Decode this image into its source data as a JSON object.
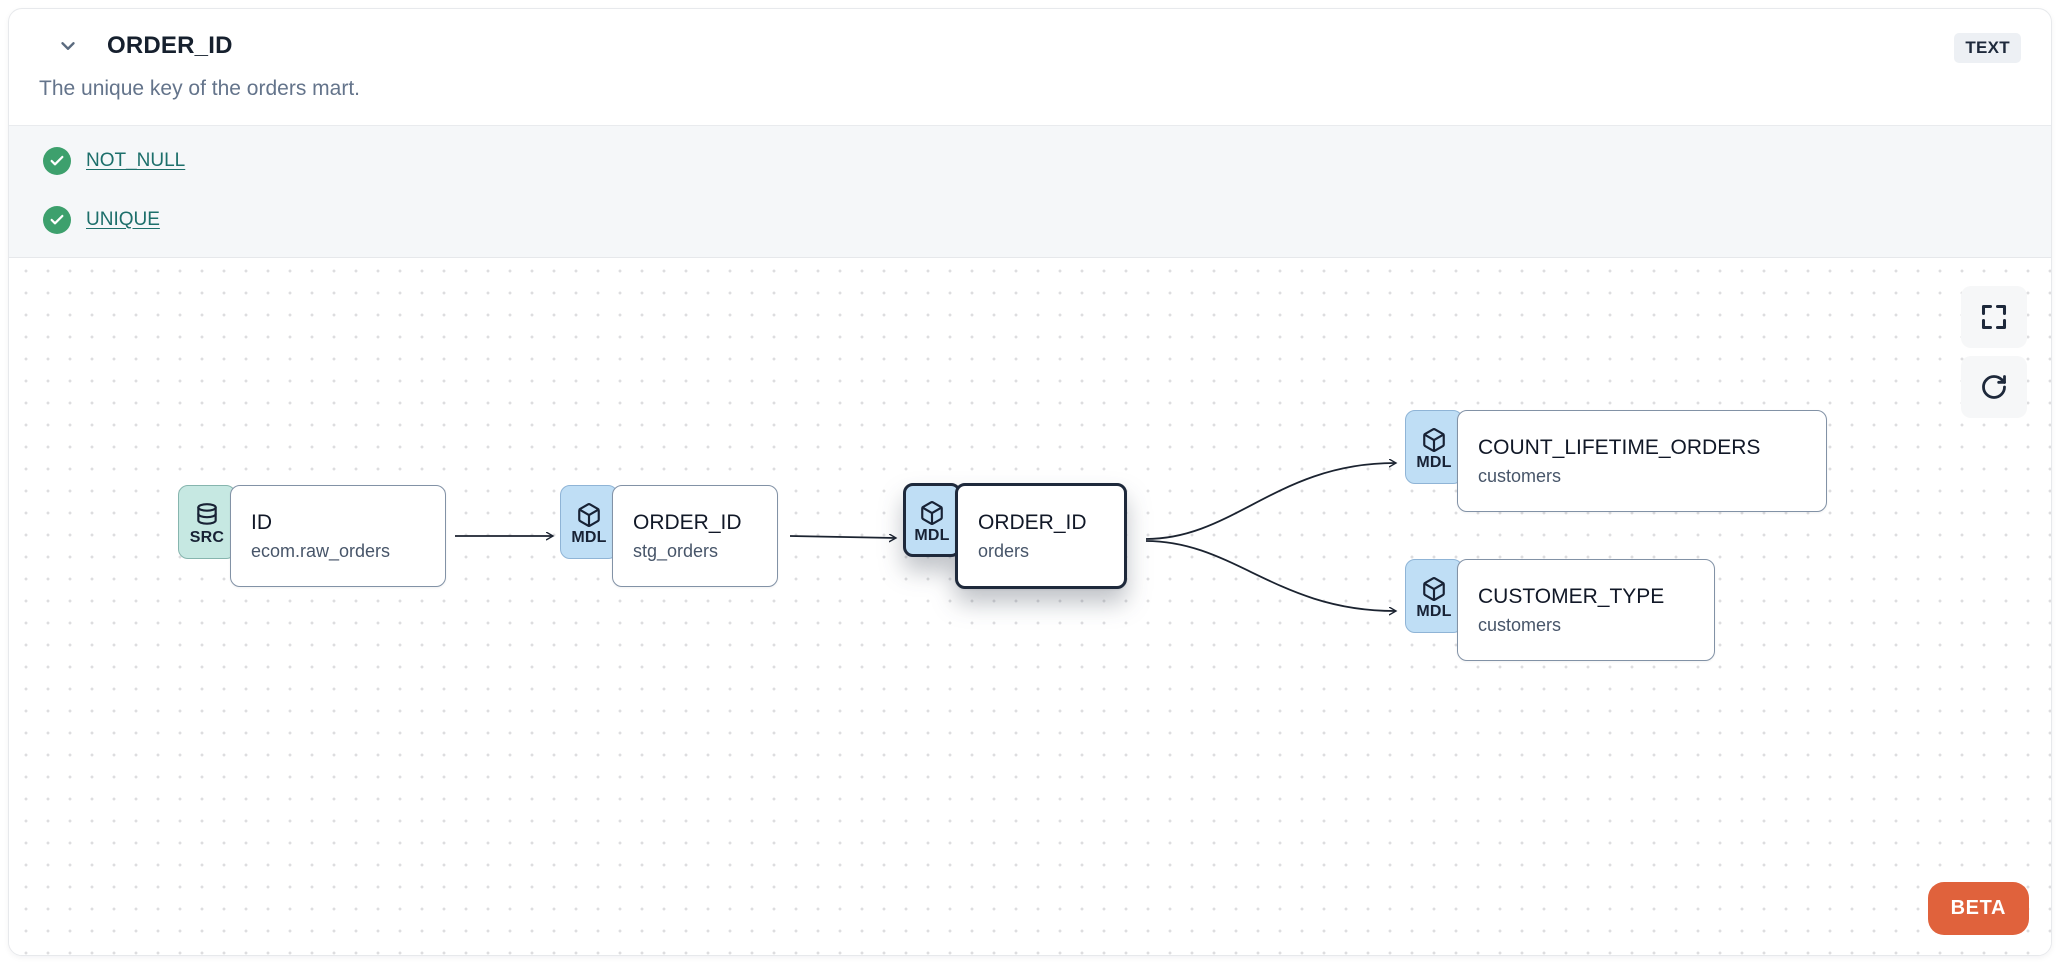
{
  "header": {
    "title": "ORDER_ID",
    "type_badge": "TEXT",
    "description": "The unique key of the orders mart."
  },
  "tests": [
    {
      "label": "NOT_NULL",
      "status": "pass"
    },
    {
      "label": "UNIQUE",
      "status": "pass"
    }
  ],
  "lineage": {
    "nodes": [
      {
        "id": "src",
        "badge": "SRC",
        "icon": "database-icon",
        "title": "ID",
        "subtitle": "ecom.raw_orders",
        "selected": false
      },
      {
        "id": "stg",
        "badge": "MDL",
        "icon": "cube-icon",
        "title": "ORDER_ID",
        "subtitle": "stg_orders",
        "selected": false
      },
      {
        "id": "orders",
        "badge": "MDL",
        "icon": "cube-icon",
        "title": "ORDER_ID",
        "subtitle": "orders",
        "selected": true
      },
      {
        "id": "clo",
        "badge": "MDL",
        "icon": "cube-icon",
        "title": "COUNT_LIFETIME_ORDERS",
        "subtitle": "customers",
        "selected": false
      },
      {
        "id": "ct",
        "badge": "MDL",
        "icon": "cube-icon",
        "title": "CUSTOMER_TYPE",
        "subtitle": "customers",
        "selected": false
      }
    ],
    "edges": [
      {
        "from": "src",
        "to": "stg"
      },
      {
        "from": "stg",
        "to": "orders"
      },
      {
        "from": "orders",
        "to": "clo"
      },
      {
        "from": "orders",
        "to": "ct"
      }
    ]
  },
  "controls": {
    "fullscreen_icon": "fullscreen-icon",
    "refresh_icon": "refresh-icon",
    "beta_label": "BETA"
  },
  "colors": {
    "test_pass_green": "#3da06d",
    "test_link_teal": "#1d6f6b",
    "src_badge_bg": "#c6e8e2",
    "mdl_badge_bg": "#bfdef5",
    "selected_border": "#1e293b",
    "beta_orange": "#e0623c",
    "tests_section_bg": "#f5f7f9"
  }
}
